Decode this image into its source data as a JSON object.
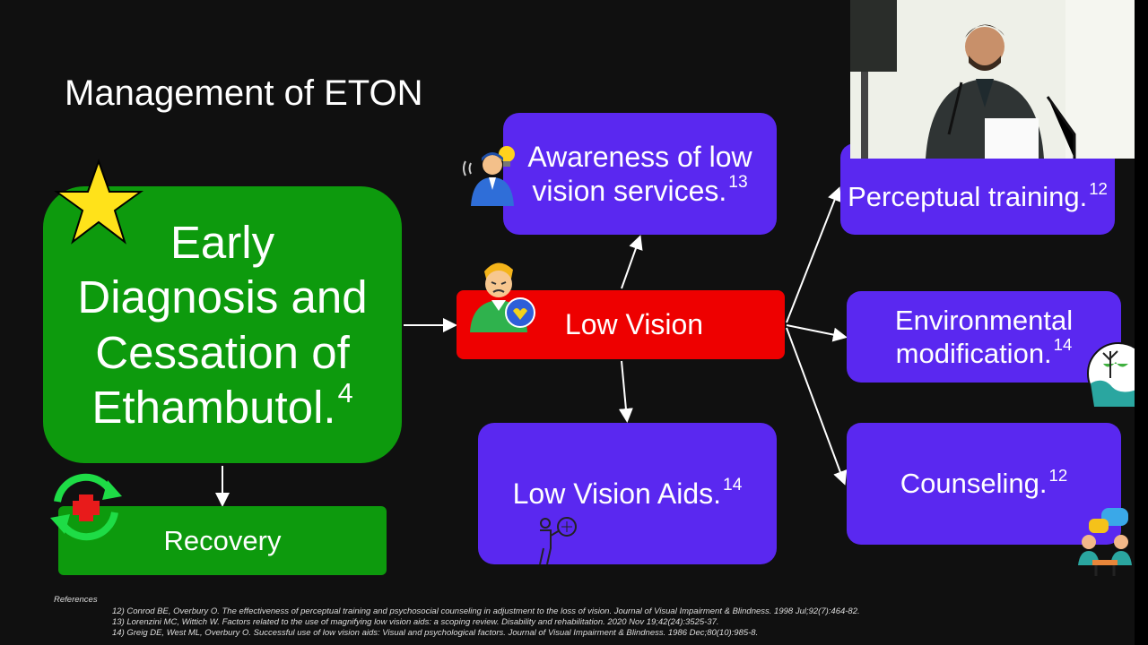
{
  "title": "Management of ETON",
  "boxes": {
    "early": {
      "text": "Early Diagnosis and Cessation of Ethambutol.",
      "sup": "4"
    },
    "recovery": {
      "text": "Recovery"
    },
    "low_vision": {
      "text": "Low Vision"
    },
    "awareness": {
      "text": "Awareness of low vision services.",
      "sup": "13"
    },
    "aids": {
      "text": "Low Vision Aids.",
      "sup": "14"
    },
    "perceptual": {
      "text": "Perceptual training.",
      "sup": "12"
    },
    "environmental": {
      "text": "Environmental modification.",
      "sup": "14"
    },
    "counseling": {
      "text": "Counseling.",
      "sup": "12"
    }
  },
  "references": {
    "label": "References",
    "items": [
      "12) Conrod BE, Overbury O. The effectiveness of perceptual training and psychosocial counseling in adjustment to the loss of vision. Journal of Visual Impairment & Blindness. 1998 Jul;92(7):464-82.",
      "13) Lorenzini MC, Wittich W. Factors related to the use of magnifying low vision aids: a scoping review. Disability and rehabilitation. 2020 Nov 19;42(24):3525-37.",
      "14) Greig DE, West ML, Overbury O. Successful use of low vision aids: Visual and psychological factors. Journal of Visual Impairment & Blindness. 1986 Dec;80(10):985-8."
    ]
  },
  "colors": {
    "green": "#0d9a0d",
    "blue": "#5a28f0",
    "red": "#ee0000",
    "background": "#101010"
  },
  "icons": [
    "star-icon",
    "recovery-cycle-icon",
    "idea-person-icon",
    "stressed-person-icon",
    "magnifier-person-icon",
    "globe-tree-icon",
    "counseling-icon"
  ]
}
